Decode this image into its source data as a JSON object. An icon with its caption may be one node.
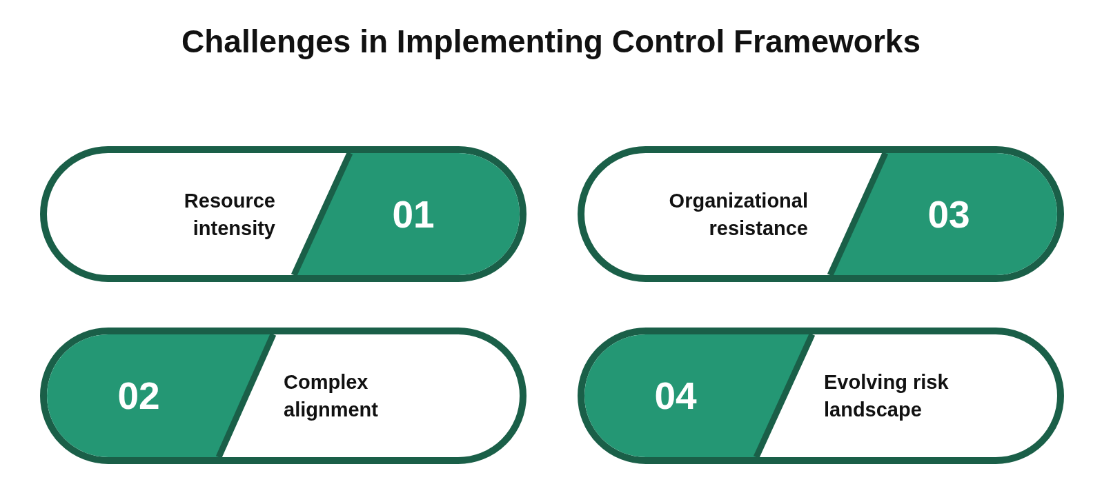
{
  "diagram": {
    "title": "Challenges in Implementing Control Frameworks",
    "nodes": [
      {
        "text": [
          "Resource intensity"
        ]
      },
      {
        "text": [
          "01"
        ],
        "in": 0
      },
      {
        "text": [
          "Organizational resistance"
        ]
      },
      {
        "text": [
          "03"
        ],
        "in": 2
      },
      {
        "text": [
          "Complex alignment"
        ]
      },
      {
        "text": [
          "02"
        ],
        "in": 4
      },
      {
        "text": [
          "Evolving risk landscape"
        ]
      },
      {
        "text": [
          "04"
        ],
        "in": 6
      }
    ]
  }
}
